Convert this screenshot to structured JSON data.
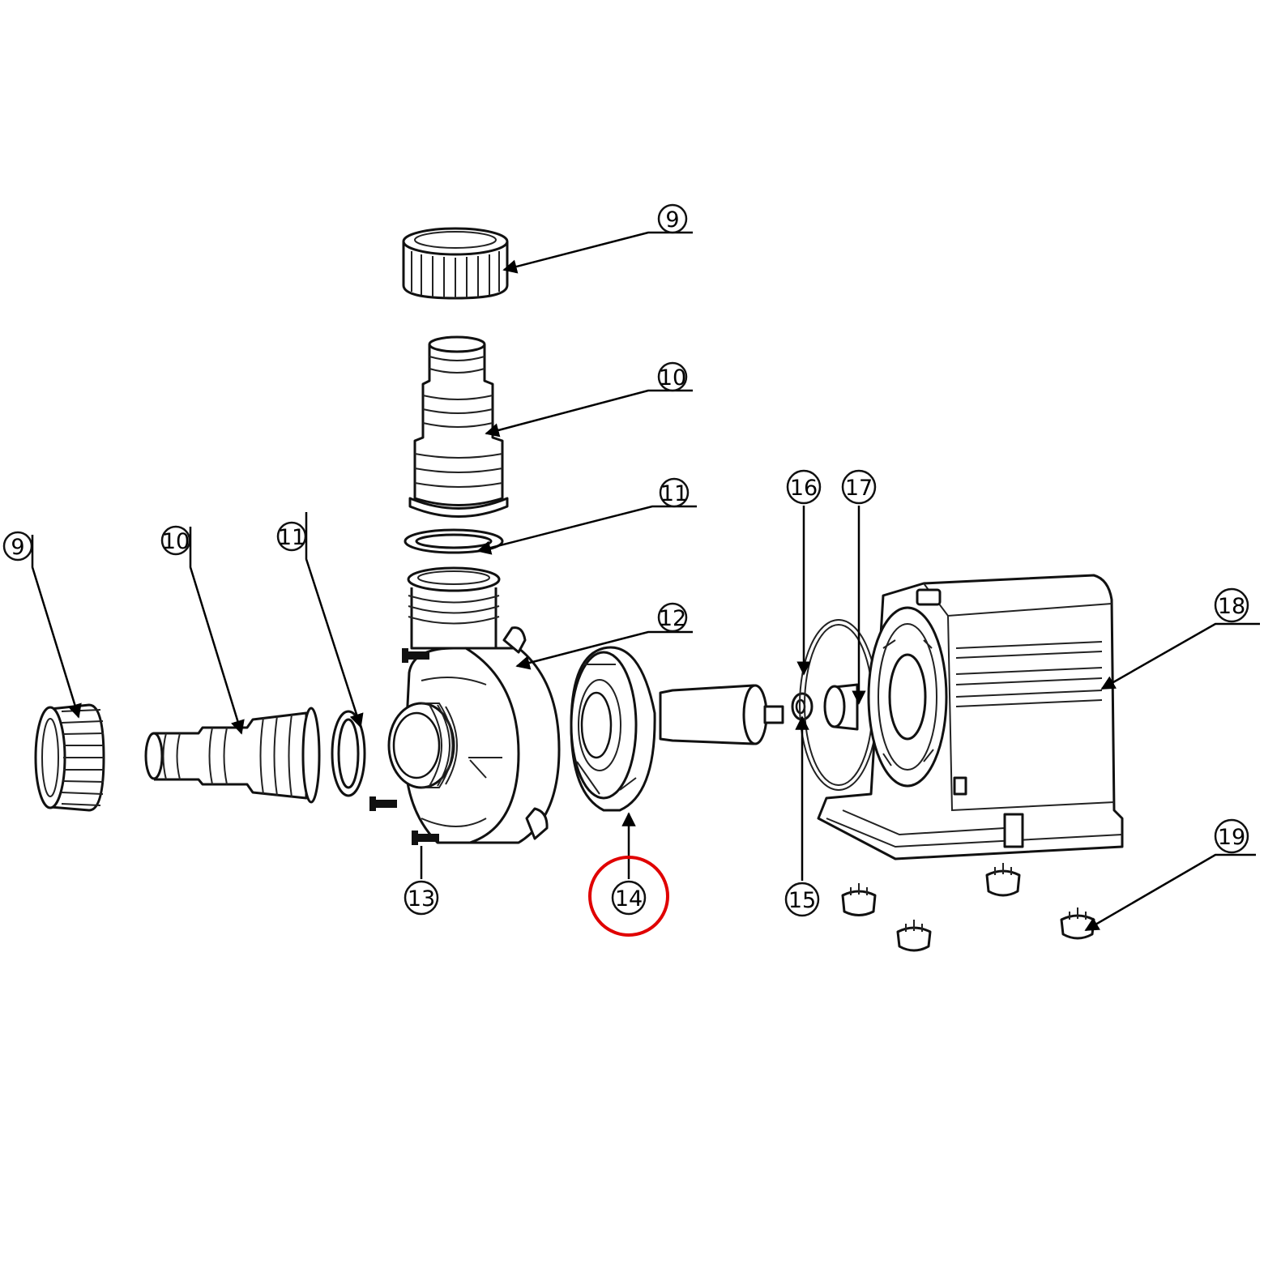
{
  "callouts": [
    {
      "id": "c9-top",
      "number": "9"
    },
    {
      "id": "c10-top",
      "number": "10"
    },
    {
      "id": "c11-top",
      "number": "11"
    },
    {
      "id": "c9-left",
      "number": "9"
    },
    {
      "id": "c10-left",
      "number": "10"
    },
    {
      "id": "c11-left",
      "number": "11"
    },
    {
      "id": "c12",
      "number": "12"
    },
    {
      "id": "c13",
      "number": "13"
    },
    {
      "id": "c14",
      "number": "14"
    },
    {
      "id": "c15",
      "number": "15"
    },
    {
      "id": "c16",
      "number": "16"
    },
    {
      "id": "c17",
      "number": "17"
    },
    {
      "id": "c18",
      "number": "18"
    },
    {
      "id": "c19",
      "number": "19"
    }
  ],
  "highlight": {
    "target": "14",
    "color": "#e00000"
  },
  "colors": {
    "line": "#111111",
    "background": "#ffffff"
  }
}
